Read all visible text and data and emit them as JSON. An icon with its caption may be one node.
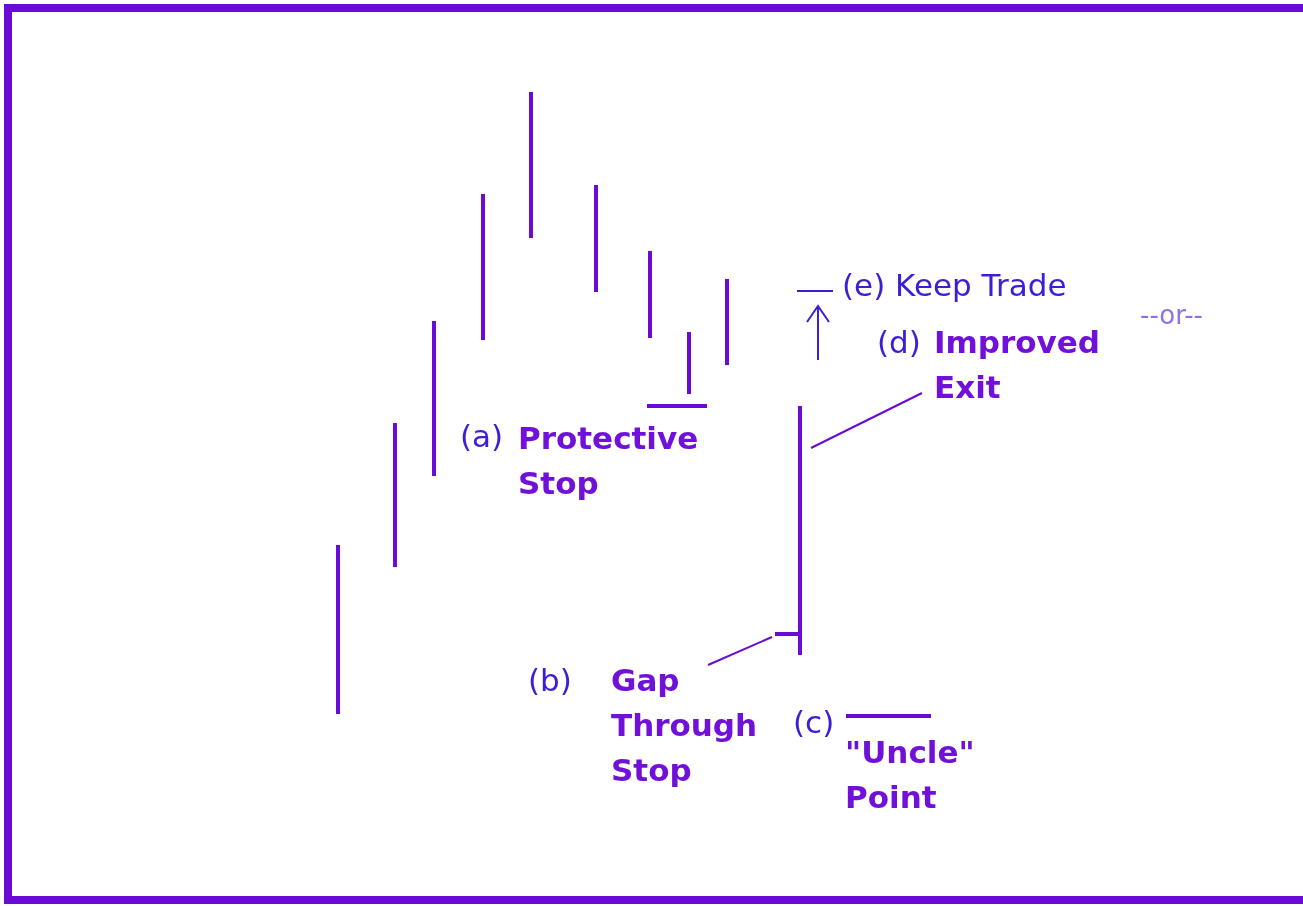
{
  "diagram": {
    "nodes": [
      {
        "text": [
          "(d)",
          "Improved Exit"
        ]
      },
      {
        "text": [],
        "shape": "bar"
      },
      {
        "text": [
          "(b)",
          "Gap Through Stop"
        ]
      }
    ],
    "edges": [
      {
        "from": 0,
        "to": 1,
        "arrow": "none"
      },
      {
        "from": 2,
        "to": 1,
        "arrow": "none"
      }
    ],
    "labels": [
      "(e) Keep Trade",
      "--or--",
      "(a)",
      "Protective Stop",
      "(c)",
      "\"Uncle\" Point"
    ]
  }
}
